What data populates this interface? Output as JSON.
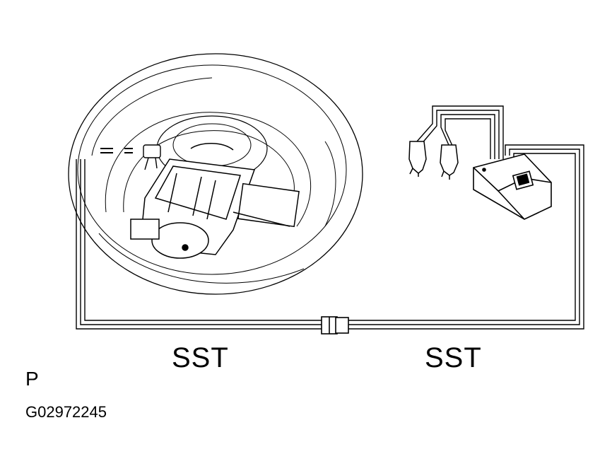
{
  "labels": {
    "sst_left": "SST",
    "sst_right": "SST",
    "view_letter": "P",
    "figure_code": "G02972245"
  },
  "colors": {
    "ink": "#000000",
    "paper": "#ffffff"
  }
}
